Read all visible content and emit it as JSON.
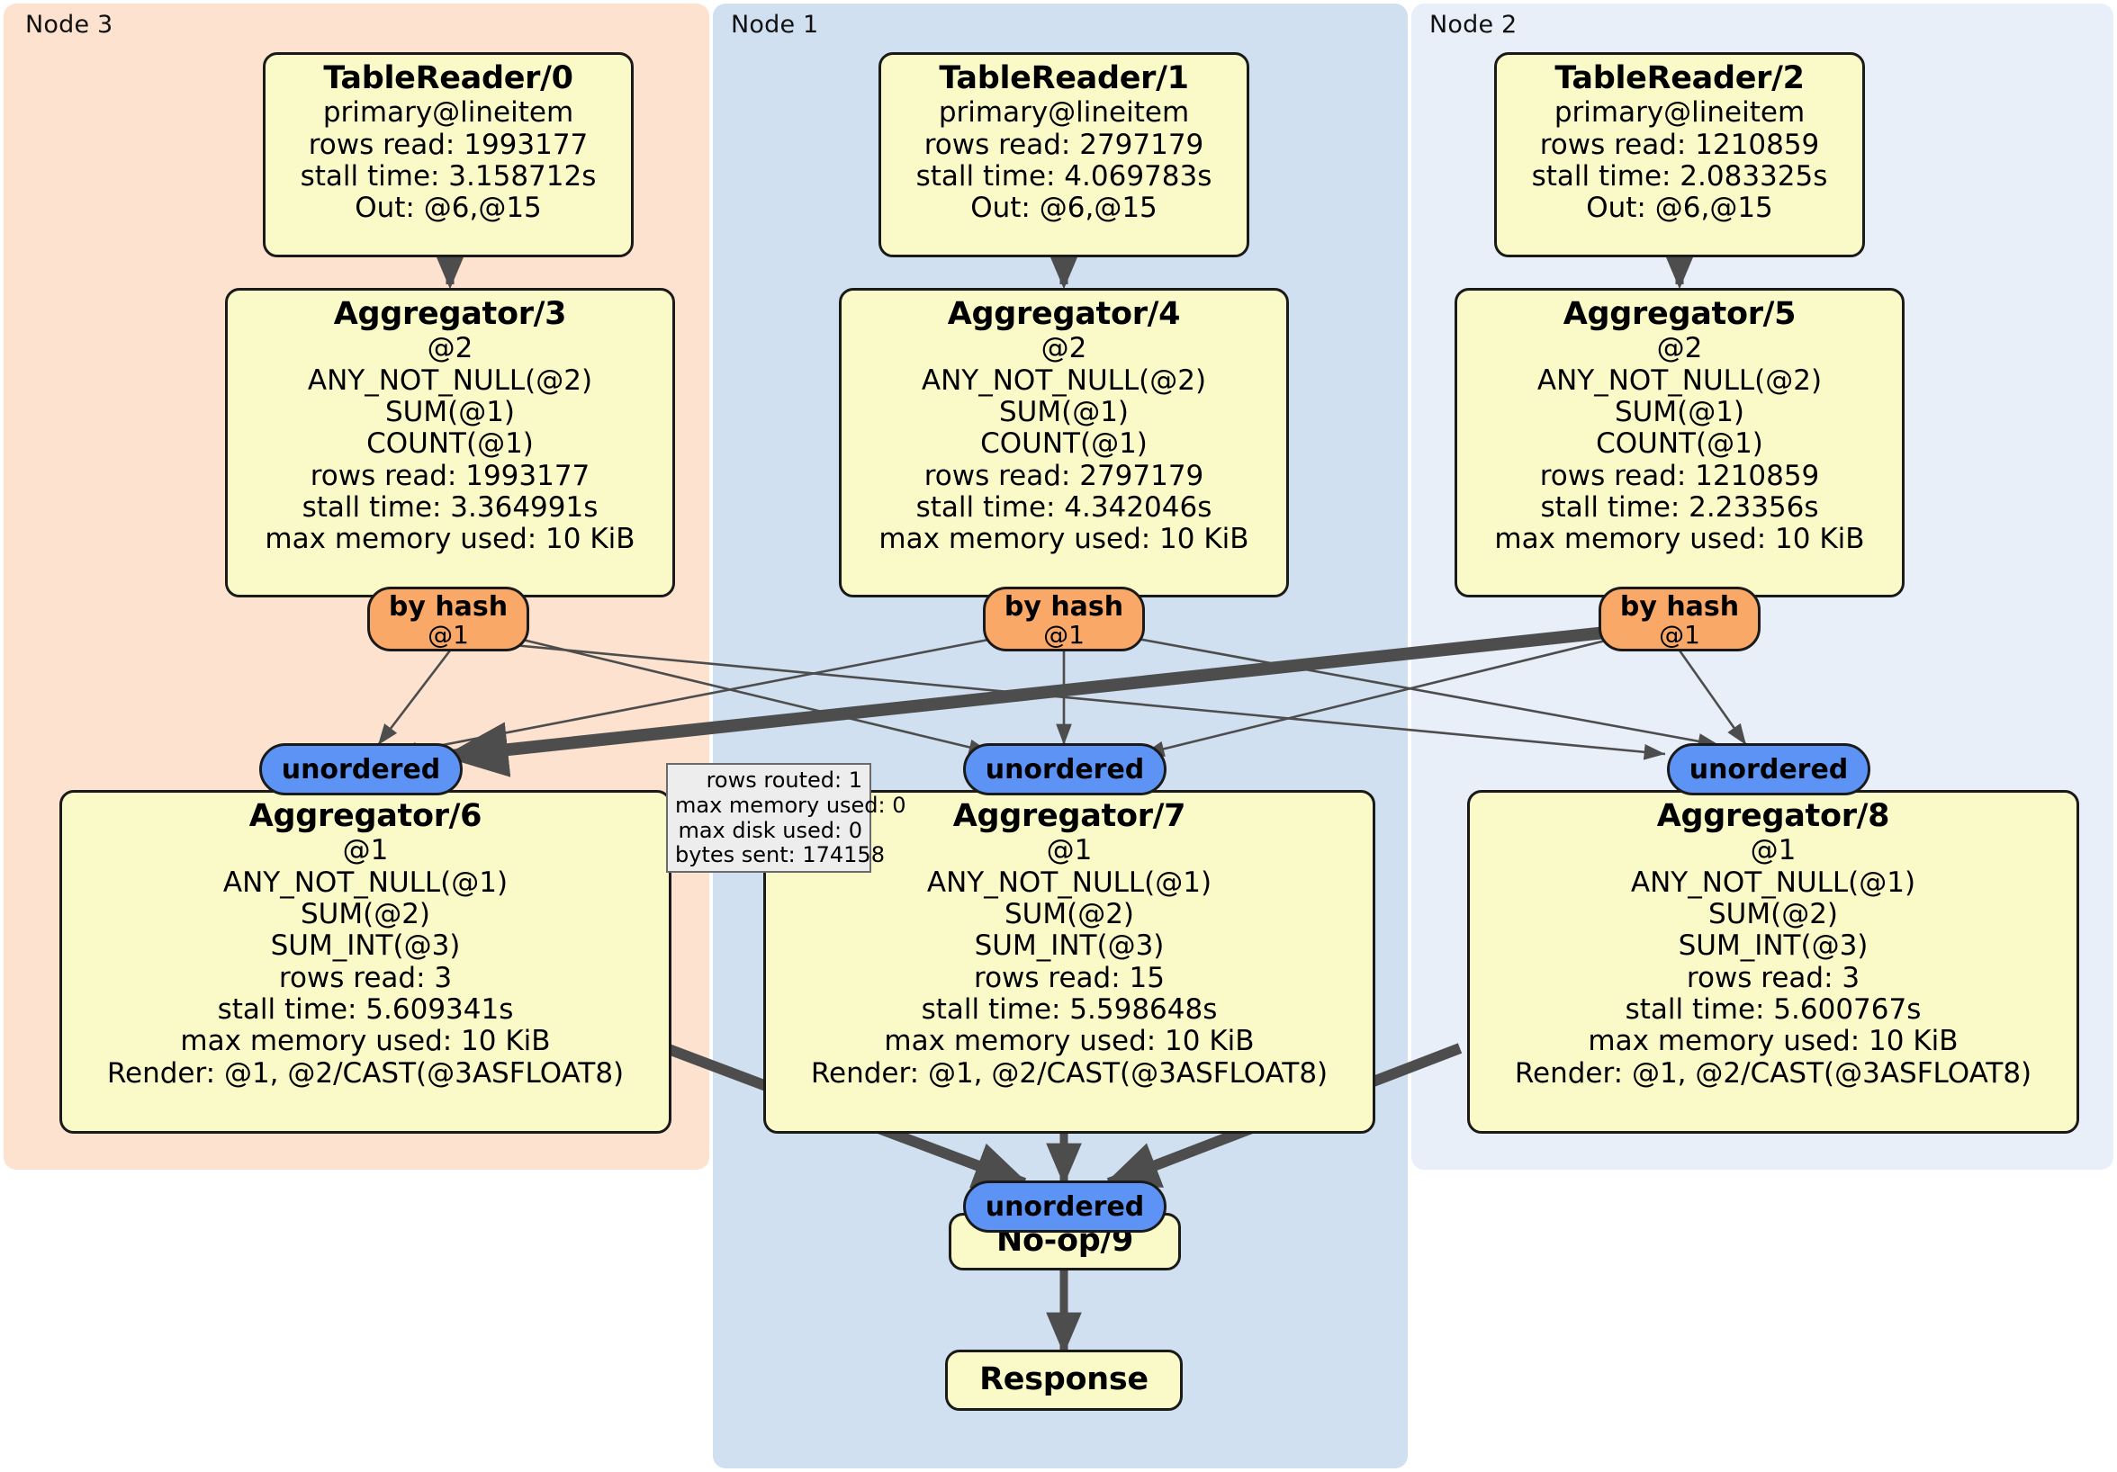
{
  "panels": [
    {
      "label": "Node 3",
      "color": "#FCE2CF"
    },
    {
      "label": "Node 1",
      "color": "#D1E0F0"
    },
    {
      "label": "Node 2",
      "color": "#E8EFF9"
    }
  ],
  "processors": [
    {
      "title": "TableReader/0",
      "lines": [
        "primary@lineitem",
        "rows read: 1993177",
        "stall time: 3.158712s",
        "Out: @6,@15"
      ]
    },
    {
      "title": "TableReader/1",
      "lines": [
        "primary@lineitem",
        "rows read: 2797179",
        "stall time: 4.069783s",
        "Out: @6,@15"
      ]
    },
    {
      "title": "TableReader/2",
      "lines": [
        "primary@lineitem",
        "rows read: 1210859",
        "stall time: 2.083325s",
        "Out: @6,@15"
      ]
    },
    {
      "title": "Aggregator/3",
      "lines": [
        "@2",
        "ANY_NOT_NULL(@2)",
        "SUM(@1)",
        "COUNT(@1)",
        "rows read: 1993177",
        "stall time: 3.364991s",
        "max memory used: 10 KiB"
      ]
    },
    {
      "title": "Aggregator/4",
      "lines": [
        "@2",
        "ANY_NOT_NULL(@2)",
        "SUM(@1)",
        "COUNT(@1)",
        "rows read: 2797179",
        "stall time: 4.342046s",
        "max memory used: 10 KiB"
      ]
    },
    {
      "title": "Aggregator/5",
      "lines": [
        "@2",
        "ANY_NOT_NULL(@2)",
        "SUM(@1)",
        "COUNT(@1)",
        "rows read: 1210859",
        "stall time: 2.23356s",
        "max memory used: 10 KiB"
      ]
    },
    {
      "title": "Aggregator/6",
      "lines": [
        "@1",
        "ANY_NOT_NULL(@1)",
        "SUM(@2)",
        "SUM_INT(@3)",
        "rows read: 3",
        "stall time: 5.609341s",
        "max memory used: 10 KiB",
        "Render: @1, @2/CAST(@3ASFLOAT8)"
      ]
    },
    {
      "title": "Aggregator/7",
      "lines": [
        "@1",
        "ANY_NOT_NULL(@1)",
        "SUM(@2)",
        "SUM_INT(@3)",
        "rows read: 15",
        "stall time: 5.598648s",
        "max memory used: 10 KiB",
        "Render: @1, @2/CAST(@3ASFLOAT8)"
      ]
    },
    {
      "title": "Aggregator/8",
      "lines": [
        "@1",
        "ANY_NOT_NULL(@1)",
        "SUM(@2)",
        "SUM_INT(@3)",
        "rows read: 3",
        "stall time: 5.600767s",
        "max memory used: 10 KiB",
        "Render: @1, @2/CAST(@3ASFLOAT8)"
      ]
    },
    {
      "title": "No-op/9",
      "lines": []
    },
    {
      "title": "Response",
      "lines": []
    }
  ],
  "routers": [
    {
      "title": "by hash",
      "sub": "@1"
    },
    {
      "title": "by hash",
      "sub": "@1"
    },
    {
      "title": "by hash",
      "sub": "@1"
    }
  ],
  "receivers": [
    {
      "label": "unordered"
    },
    {
      "label": "unordered"
    },
    {
      "label": "unordered"
    },
    {
      "label": "unordered"
    }
  ],
  "stats_box": {
    "lines": [
      "rows routed: 1",
      "max memory used: 0",
      "max disk used: 0",
      "bytes sent: 174158"
    ]
  },
  "colors": {
    "processor_fill": "#FAFAC8",
    "router_fill": "#F9A867",
    "receiver_fill": "#5C93F5",
    "panel_node3": "#FCE2CF",
    "panel_node1": "#D1E0F0",
    "panel_node2": "#E8EFF9",
    "edge": "#4d4d4d",
    "stroke": "#1a1a1a"
  }
}
